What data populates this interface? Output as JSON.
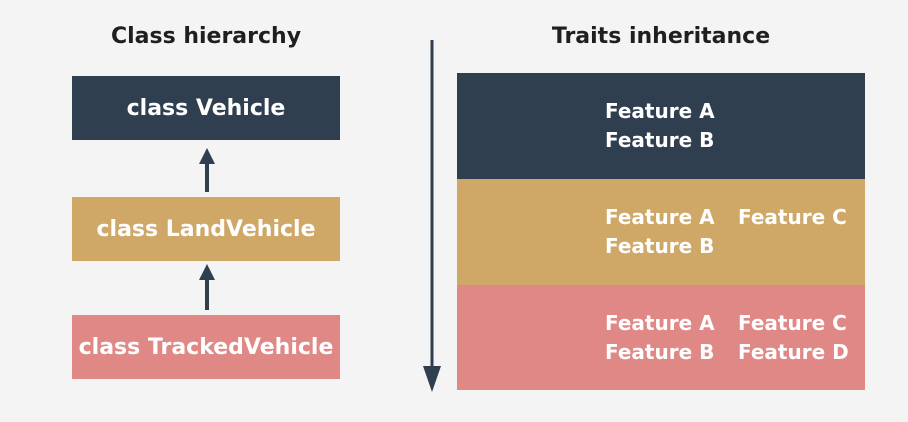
{
  "titles": {
    "left": "Class hierarchy",
    "right": "Traits inheritance"
  },
  "colors": {
    "dark": "#2f3f4f",
    "tan": "#cfa868",
    "pink": "#df8886",
    "arrow": "#2f3f4f",
    "background": "#f4f4f4"
  },
  "classes": [
    {
      "label": "class Vehicle"
    },
    {
      "label": "class LandVehicle"
    },
    {
      "label": "class TrackedVehicle"
    }
  ],
  "bands": [
    {
      "features": [
        "Feature A",
        "Feature B"
      ]
    },
    {
      "features": [
        "Feature A",
        "Feature B",
        "Feature C"
      ]
    },
    {
      "features": [
        "Feature A",
        "Feature B",
        "Feature C",
        "Feature D"
      ]
    }
  ]
}
